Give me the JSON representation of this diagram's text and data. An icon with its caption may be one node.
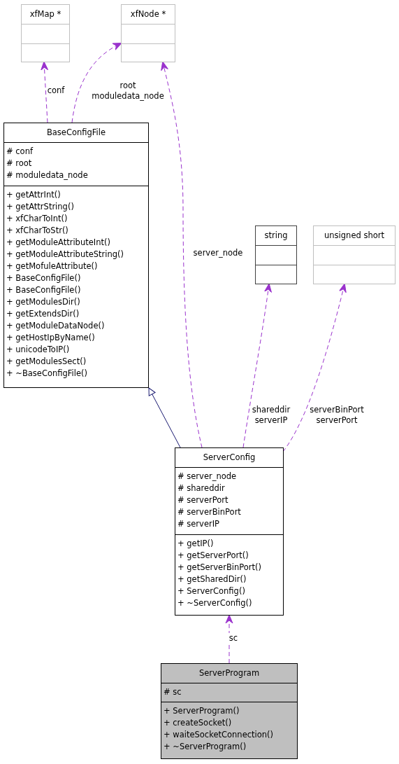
{
  "diagram": {
    "nodes": [
      {
        "text": [
          "xfMap *"
        ]
      },
      {
        "text": [],
        "shape": "box",
        "in": 0
      },
      {
        "text": [],
        "shape": "box",
        "in": 0
      },
      {
        "text": [
          "xfNode *"
        ]
      },
      {
        "text": [],
        "shape": "box",
        "in": 3
      },
      {
        "text": [],
        "shape": "box",
        "in": 3
      },
      {
        "text": [
          "BaseConfigFile"
        ]
      },
      {
        "text": [
          "# conf",
          "# root",
          "# moduledata_node"
        ],
        "in": 6
      },
      {
        "text": [
          "+ getAttrInt()",
          "+ getAttrString()",
          "+ xfCharToInt()",
          "+ xfCharToStr()",
          "+ getModuleAttributeInt()",
          "+ getModuleAttributeString()",
          "+ getMofuleAttribute()",
          "+ BaseConfigFile()",
          "+ BaseConfigFile()",
          "+ getModulesDir()",
          "+ getExtendsDir()",
          "+ getModuleDataNode()",
          "+ getHostIpByName()",
          "+ unicodeToIP()",
          "+ getModulesSect()",
          "+ ~BaseConfigFile()"
        ],
        "in": 6
      },
      {
        "text": [
          "string"
        ]
      },
      {
        "text": [],
        "shape": "box",
        "in": 9
      },
      {
        "text": [],
        "shape": "box",
        "in": 9
      },
      {
        "text": [
          "unsigned short"
        ]
      },
      {
        "text": [],
        "shape": "box",
        "in": 12
      },
      {
        "text": [],
        "shape": "box",
        "in": 12
      },
      {
        "text": [
          "ServerConfig"
        ]
      },
      {
        "text": [
          "# server_node",
          "# shareddir",
          "# serverPort",
          "# serverBinPort",
          "# serverIP"
        ],
        "in": 15
      },
      {
        "text": [
          "+ getIP()",
          "+ getServerPort()",
          "+ getServerBinPort()",
          "+ getSharedDir()",
          "+ ServerConfig()",
          "+ ~ServerConfig()"
        ],
        "in": 15
      },
      {
        "text": [
          "ServerProgram"
        ]
      },
      {
        "text": [
          "# sc"
        ],
        "in": 18
      },
      {
        "text": [
          "+ ServerProgram()",
          "+ createSocket()",
          "+ waiteSocketConnection()",
          "+ ~ServerProgram()"
        ],
        "in": 18
      }
    ],
    "edges": [
      {
        "from": 6,
        "to": 0,
        "arrow": "to",
        "label": "conf",
        "style": "dashed"
      },
      {
        "from": 6,
        "to": 3,
        "arrow": "to",
        "label": "root moduledata_node",
        "style": "dashed"
      },
      {
        "from": 15,
        "to": 3,
        "arrow": "to",
        "label": "server_node",
        "style": "dashed"
      },
      {
        "from": 15,
        "to": 9,
        "arrow": "to",
        "label": "shareddir serverIP",
        "style": "dashed"
      },
      {
        "from": 15,
        "to": 12,
        "arrow": "to",
        "label": "serverBinPort serverPort",
        "style": "dashed"
      },
      {
        "from": 15,
        "to": 6,
        "arrow": "to",
        "color": "#191970"
      },
      {
        "from": 18,
        "to": 15,
        "arrow": "to",
        "label": "sc",
        "style": "dashed"
      }
    ]
  }
}
